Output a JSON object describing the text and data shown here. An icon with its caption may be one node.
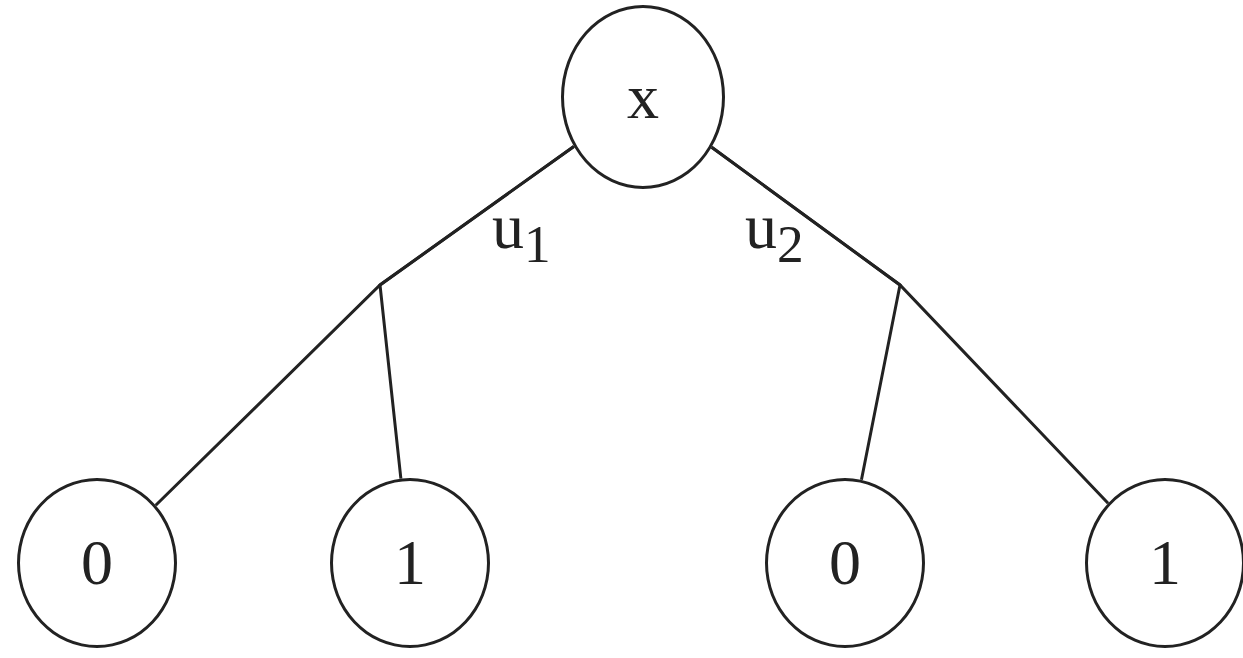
{
  "diagram": {
    "nodes": [
      {
        "text": [
          "x"
        ]
      },
      {
        "text": [
          "0"
        ]
      },
      {
        "text": [
          "1"
        ]
      },
      {
        "text": [
          "0"
        ]
      },
      {
        "text": [
          "1"
        ]
      }
    ],
    "edges": [
      {
        "from": 0,
        "to": 1,
        "arrow": "none"
      },
      {
        "from": 0,
        "to": 2,
        "arrow": "none"
      },
      {
        "from": 0,
        "to": 3,
        "arrow": "none"
      },
      {
        "from": 0,
        "to": 4,
        "arrow": "none"
      }
    ],
    "labels": [
      "u$_{1}$",
      "u$_{2}$"
    ]
  }
}
